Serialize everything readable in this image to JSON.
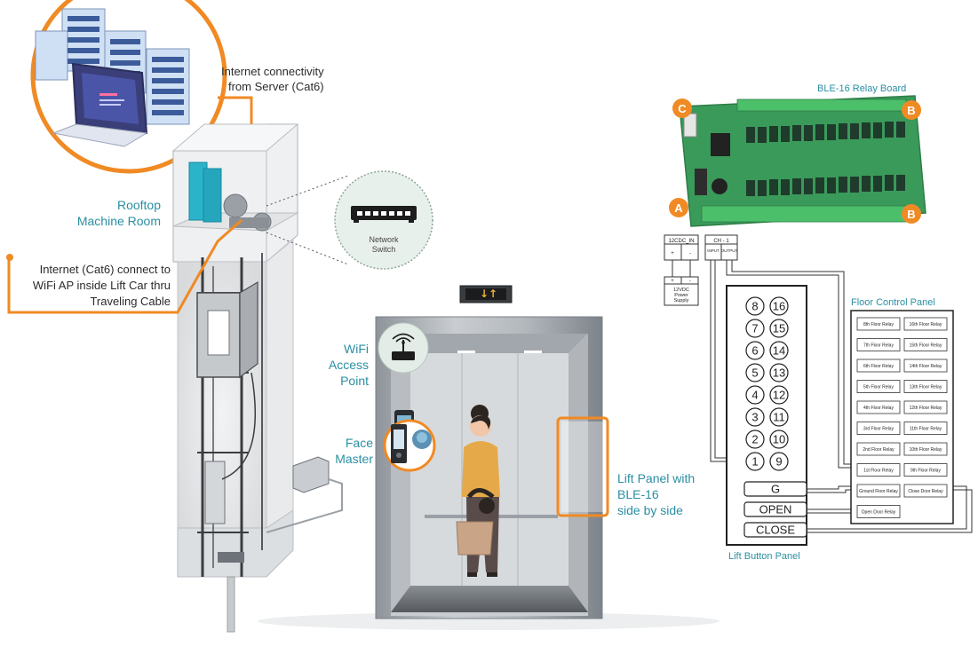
{
  "labels": {
    "internet_server": [
      "Internet connectivity",
      "from Server (Cat6)"
    ],
    "rooftop": [
      "Rooftop",
      "Machine Room"
    ],
    "internet_cat6": [
      "Internet (Cat6) connect to",
      "WiFi AP inside Lift Car thru",
      "Traveling Cable"
    ],
    "network_switch": [
      "Network",
      "Switch"
    ],
    "wifi_ap": [
      "WiFi",
      "Access",
      "Point"
    ],
    "face_master": [
      "Face",
      "Master"
    ],
    "lift_panel": [
      "Lift Panel with",
      "BLE-16",
      "side by side"
    ],
    "relay_board": "BLE-16 Relay Board",
    "floor_control_panel": "Floor Control Panel",
    "lift_button_panel": "Lift Button Panel",
    "power_connector": "12CDC_IN",
    "power_supply": [
      "12VDC",
      "Power",
      "Supply"
    ],
    "channel": "CH - 1",
    "input": "INPUT",
    "output": "OUTPUT",
    "plus": "+",
    "minus": "-",
    "board_markers": [
      "A",
      "B",
      "C",
      "B"
    ],
    "elevator_indicator": "↓↑"
  },
  "button_panel": {
    "pairs": [
      [
        "8",
        "16"
      ],
      [
        "7",
        "15"
      ],
      [
        "6",
        "14"
      ],
      [
        "5",
        "13"
      ],
      [
        "4",
        "12"
      ],
      [
        "3",
        "11"
      ],
      [
        "2",
        "10"
      ],
      [
        "1",
        "9"
      ]
    ],
    "wide_buttons": [
      "G",
      "OPEN",
      "CLOSE"
    ]
  },
  "floor_relays": {
    "left": [
      "8th Floor Relay",
      "7th Floor Relay",
      "6th Floor Relay",
      "5th Floor Relay",
      "4th Floor Relay",
      "3rd Floor Relay",
      "2nd Floor Relay",
      "1st Floor Relay",
      "Ground Floor Relay",
      "Open Door Relay"
    ],
    "right": [
      "16th Floor Relay",
      "15th Floor Relay",
      "14th Floor Relay",
      "13th Floor Relay",
      "12th Floor Relay",
      "11th Floor Relay",
      "10th Floor Relay",
      "9th Floor Relay",
      "Close Door Relay"
    ]
  },
  "colors": {
    "accent_orange": "#f08a24",
    "teal": "#2a8fa3",
    "board_green": "#3a9a5a",
    "relay_dark": "#1f3b2c",
    "connector_green": "#4cbf6a",
    "steel": "#b9bec4"
  },
  "icons": [
    "laptop-server-icon",
    "network-switch-icon",
    "wifi-router-icon",
    "face-terminal-icon"
  ]
}
